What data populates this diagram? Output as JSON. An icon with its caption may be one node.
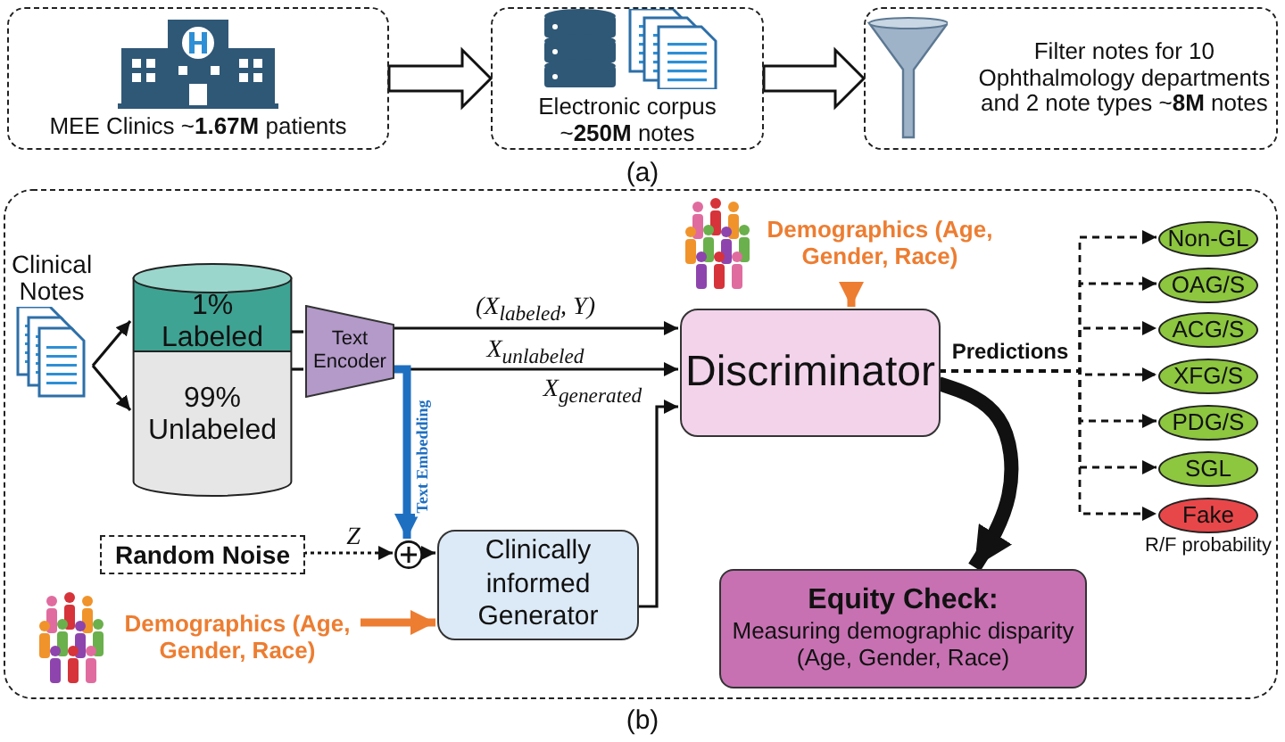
{
  "diagram": {
    "nodes": [
      {
        "text": [
          "MEE Clinics ~**1.67M** patients"
        ]
      },
      {
        "text": [
          "Electronic corpus ~**250M** notes"
        ]
      },
      {
        "text": [
          "Filter notes for 10 Ophthalmology departments and 2 note types ~**8M** notes"
        ]
      },
      {
        "text": [],
        "shape": "box"
      },
      {
        "text": [
          "Clinical Notes"
        ],
        "in": 3
      },
      {
        "text": [
          "1% Labeled"
        ],
        "in": 3
      },
      {
        "text": [
          "99% Unlabeled"
        ],
        "in": 3
      },
      {
        "text": [
          "Text Encoder"
        ],
        "in": 3
      },
      {
        "text": [
          "Discriminator"
        ],
        "in": 3
      },
      {
        "text": [
          "Demographics (Age, Gender, Race)"
        ],
        "in": 3
      },
      {
        "text": [
          "Non-GL"
        ],
        "in": 3
      },
      {
        "text": [
          "OAG/S"
        ],
        "in": 3
      },
      {
        "text": [
          "ACG/S"
        ],
        "in": 3
      },
      {
        "text": [
          "XFG/S"
        ],
        "in": 3
      },
      {
        "text": [
          "PDG/S"
        ],
        "in": 3
      },
      {
        "text": [
          "SGL"
        ],
        "in": 3
      },
      {
        "text": [
          "Fake"
        ],
        "in": 3,
        "beside": [
          "R/F probability"
        ]
      },
      {
        "text": [
          "Random Noise"
        ],
        "in": 3
      },
      {
        "text": [],
        "shape": "circle",
        "in": 3
      },
      {
        "text": [
          "Clinically informed Generator"
        ],
        "in": 3
      },
      {
        "text": [
          "Demographics (Age, Gender, Race)"
        ],
        "in": 3
      },
      {
        "text": [
          "Equity Check:",
          "Measuring demographic disparity (Age, Gender, Race)"
        ],
        "in": 3
      }
    ],
    "edges": [
      {
        "from": 0,
        "to": 1,
        "arrow": "to"
      },
      {
        "from": 1,
        "to": 2,
        "arrow": "to"
      },
      {
        "from": 4,
        "to": 5,
        "arrow": "to"
      },
      {
        "from": 4,
        "to": 6,
        "arrow": "to"
      },
      {
        "from": 5,
        "to": 7,
        "arrow": "none"
      },
      {
        "from": 6,
        "to": 7,
        "arrow": "none"
      },
      {
        "from": 7,
        "to": 8,
        "arrow": "to",
        "label": "(X$_{labeled}$, Y)"
      },
      {
        "from": 7,
        "to": 8,
        "arrow": "to",
        "label": "X$_{unlabeled}$"
      },
      {
        "from": 7,
        "to": 18,
        "arrow": "to",
        "label": "Text Embedding",
        "style": "thick",
        "color": "#1f6fc1"
      },
      {
        "from": 17,
        "to": 18,
        "arrow": "to",
        "label": "Z",
        "style": "dashed"
      },
      {
        "from": 18,
        "to": 19,
        "arrow": "to"
      },
      {
        "from": 19,
        "to": 8,
        "arrow": "to",
        "label": "X$_{generated}$"
      },
      {
        "from": 9,
        "to": 8,
        "arrow": "to",
        "style": "thick",
        "color": "#ed7d31"
      },
      {
        "from": 20,
        "to": 19,
        "arrow": "to",
        "style": "thick",
        "color": "#ed7d31"
      },
      {
        "from": 8,
        "to": 10,
        "arrow": "to",
        "style": "dashed"
      },
      {
        "from": 8,
        "to": 11,
        "arrow": "to",
        "style": "dashed"
      },
      {
        "from": 8,
        "to": 12,
        "arrow": "to",
        "style": "dashed"
      },
      {
        "from": 8,
        "to": 13,
        "arrow": "to",
        "style": "dashed",
        "label": "Predictions"
      },
      {
        "from": 8,
        "to": 14,
        "arrow": "to",
        "style": "dashed"
      },
      {
        "from": 8,
        "to": 15,
        "arrow": "to",
        "style": "dashed"
      },
      {
        "from": 8,
        "to": 16,
        "arrow": "to",
        "style": "dashed"
      },
      {
        "from": 8,
        "to": 21,
        "arrow": "to",
        "style": "thick"
      }
    ],
    "labels": [
      "(a)",
      "(b)"
    ]
  }
}
